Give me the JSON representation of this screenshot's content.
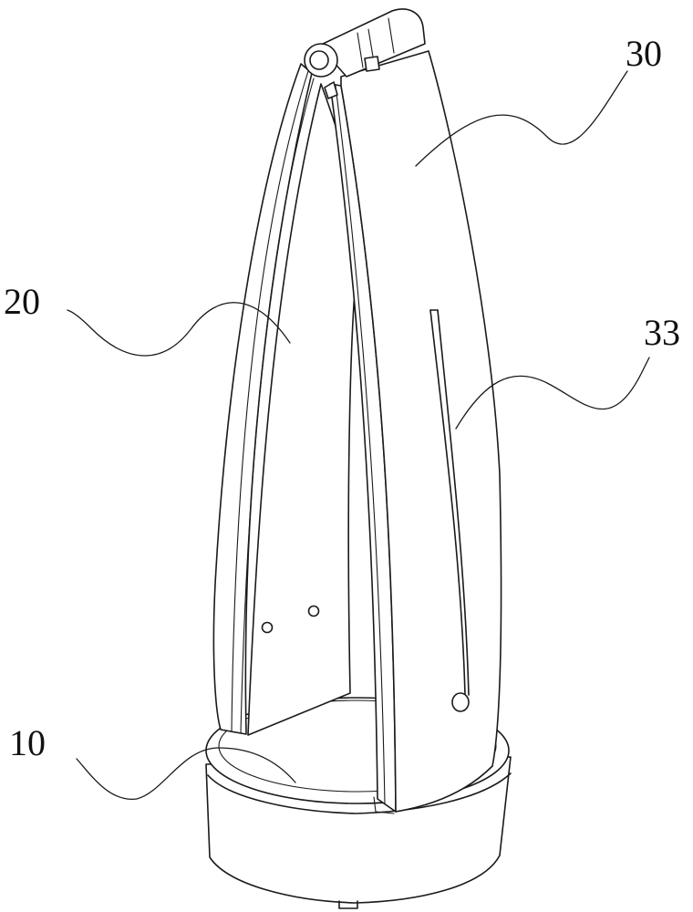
{
  "labels": {
    "base": "10",
    "left_panel": "20",
    "right_panel": "30",
    "slot": "33"
  }
}
